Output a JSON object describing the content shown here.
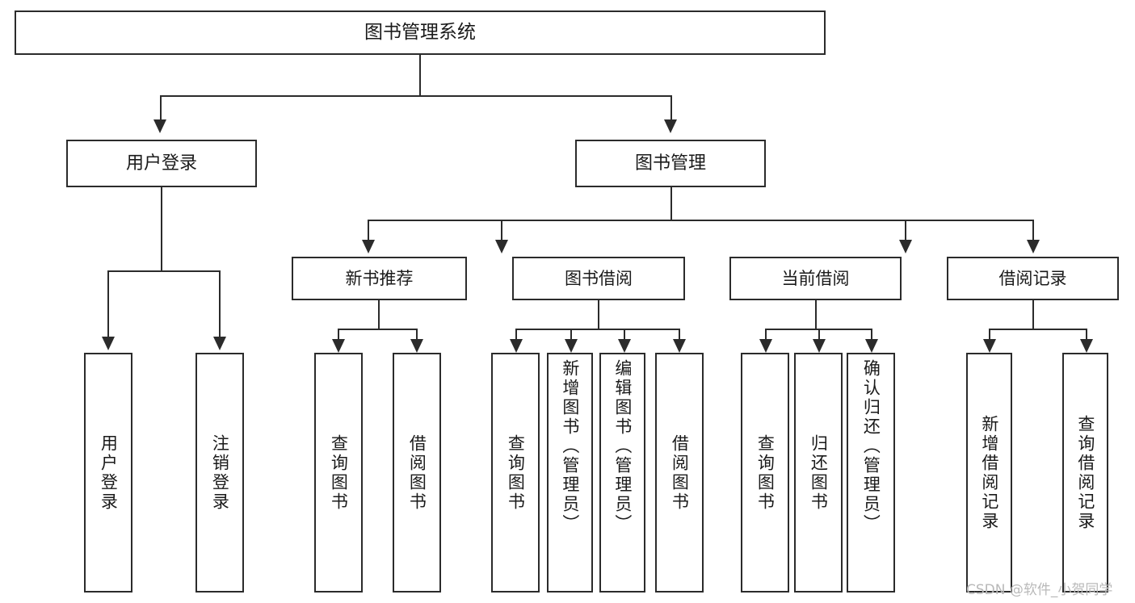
{
  "diagram": {
    "title": "图书管理系统",
    "root": {
      "label": "图书管理系统"
    },
    "tier1": [
      {
        "label": "用户登录"
      },
      {
        "label": "图书管理"
      }
    ],
    "tier2": [
      {
        "label": "新书推荐"
      },
      {
        "label": "图书借阅"
      },
      {
        "label": "当前借阅"
      },
      {
        "label": "借阅记录"
      }
    ],
    "leaves": {
      "user_login": [
        {
          "label": "用户登录"
        },
        {
          "label": "注销登录"
        }
      ],
      "new_book": [
        {
          "label": "查询图书"
        },
        {
          "label": "借阅图书"
        }
      ],
      "borrow_book": [
        {
          "label": "查询图书"
        },
        {
          "label": "新增图书（管理员）"
        },
        {
          "label": "编辑图书（管理员）"
        },
        {
          "label": "借阅图书"
        }
      ],
      "current_borrow": [
        {
          "label": "查询图书"
        },
        {
          "label": "归还图书"
        },
        {
          "label": "确认归还（管理员）"
        }
      ],
      "borrow_record": [
        {
          "label": "新增借阅记录"
        },
        {
          "label": "查询借阅记录"
        }
      ]
    }
  },
  "watermark": {
    "text": "CSDN @软件_小贺同学"
  },
  "colors": {
    "stroke": "#2b2b2b",
    "background": "#ffffff",
    "text": "#1a1a1a",
    "watermark": "#b9b9b9"
  }
}
